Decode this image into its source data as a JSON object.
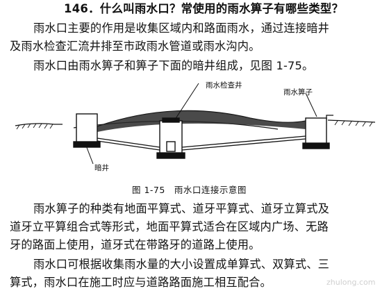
{
  "title": "146．什么叫雨水口？常使用的雨水箅子有哪些类型？",
  "paragraphs": [
    "雨水口主要的作用是收集区域内和路面雨水，通过连接暗井",
    "及雨水检查汇流井排至市政雨水管道或雨水沟内。",
    "雨水口由雨水箅子和箅子下面的暗井组成，见图 1-75。"
  ],
  "figure": {
    "label_inspection_well": "雨水检查井",
    "label_grate": "雨水箅子",
    "label_dark_well": "暗井",
    "caption": "图 1-75　雨水口连接示意图"
  },
  "paragraphs2": [
    "雨水箅子的种类有地面平算式、道牙平算式、道牙立算式及",
    "道牙立平算组合式等形式，地面平算式适合在区域内广场、无路",
    "牙的路面上使用，道牙式在带路牙的道路上使用。",
    "雨水口可根据收集雨水量的大小设置成单算式、双算式、三",
    "算式，雨水口在施工时应与道路路面施工相互配合。"
  ],
  "watermark": "zhulong.com"
}
